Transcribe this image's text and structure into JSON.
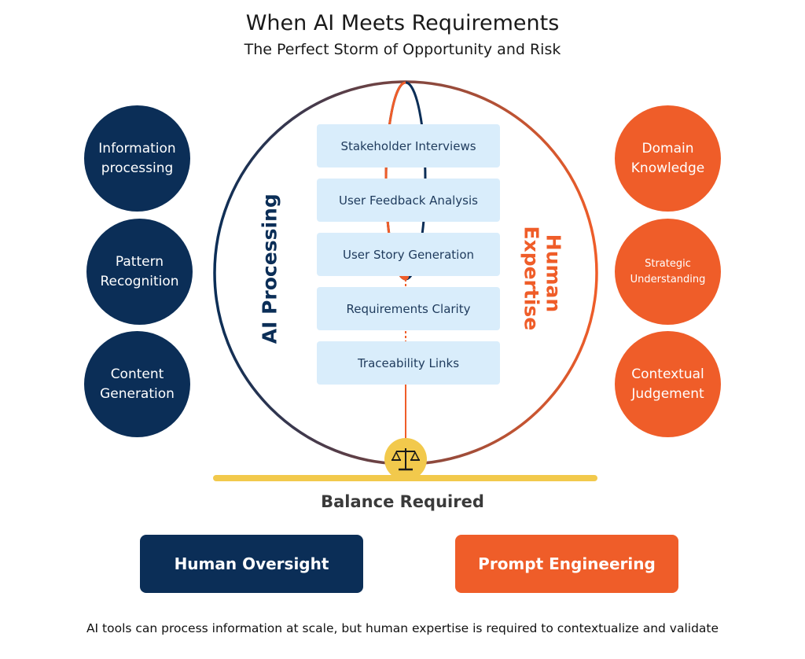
{
  "header": {
    "title": "When AI Meets Requirements",
    "subtitle": "The Perfect Storm of Opportunity and Risk"
  },
  "ai_capabilities": [
    "Information processing",
    "Pattern Recognition",
    "Content Generation"
  ],
  "human_capabilities": [
    "Domain Knowledge",
    "Strategic Understanding",
    "Contextual Judgement"
  ],
  "process_steps": [
    "Stakeholder Interviews",
    "User Feedback Analysis",
    "User Story Generation",
    "Requirements Clarity",
    "Traceability Links"
  ],
  "side_labels": {
    "ai": "AI Processing",
    "human": "Human Expertise"
  },
  "balance": {
    "label": "Balance Required",
    "icon": "scales-icon"
  },
  "buttons": {
    "oversight": "Human Oversight",
    "prompt": "Prompt Engineering"
  },
  "footer": "AI tools can process information at scale, but human expertise is required to contextualize and validate",
  "colors": {
    "navy": "#0b2e57",
    "orange": "#ef5d29",
    "box_fill": "#d9edfb",
    "balance_bar": "#f2c94c"
  }
}
